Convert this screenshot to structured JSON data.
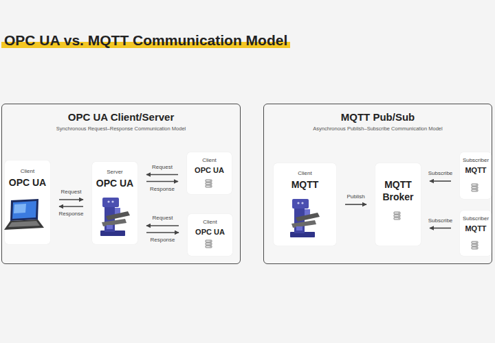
{
  "diagram": {
    "title": "OPC UA vs. MQTT Communication Model",
    "nodes": [
      {
        "text": [
          "OPC UA Client/Server",
          "Synchronous Request–Response Communication Model"
        ]
      },
      {
        "text": [
          "Client",
          "OPC UA"
        ],
        "in": 0
      },
      {
        "text": [
          "Server",
          "OPC UA"
        ],
        "in": 0
      },
      {
        "text": [
          "Client",
          "OPC UA"
        ],
        "in": 0
      },
      {
        "text": [
          "Client",
          "OPC UA"
        ],
        "in": 0
      },
      {
        "text": [
          "MQTT Pub/Sub",
          "Asynchronous Publish–Subscribe Communication Model"
        ]
      },
      {
        "text": [
          "Client",
          "MQTT"
        ],
        "in": 5
      },
      {
        "text": [
          "MQTT Broker"
        ],
        "in": 5
      },
      {
        "text": [
          "Subscriber",
          "MQTT"
        ],
        "in": 5
      },
      {
        "text": [
          "Subscriber",
          "MQTT"
        ],
        "in": 5
      }
    ],
    "edges": [
      {
        "from": 1,
        "to": 2,
        "arrow": "to",
        "label": "Request"
      },
      {
        "from": 2,
        "to": 1,
        "arrow": "to",
        "label": "Response"
      },
      {
        "from": 3,
        "to": 2,
        "arrow": "to",
        "label": "Request"
      },
      {
        "from": 2,
        "to": 3,
        "arrow": "to",
        "label": "Response"
      },
      {
        "from": 4,
        "to": 2,
        "arrow": "to",
        "label": "Request"
      },
      {
        "from": 2,
        "to": 4,
        "arrow": "to",
        "label": "Response"
      },
      {
        "from": 6,
        "to": 7,
        "arrow": "to",
        "label": "Publish"
      },
      {
        "from": 8,
        "to": 7,
        "arrow": "to",
        "label": "Subscribe"
      },
      {
        "from": 9,
        "to": 7,
        "arrow": "to",
        "label": "Subscribe"
      }
    ]
  }
}
